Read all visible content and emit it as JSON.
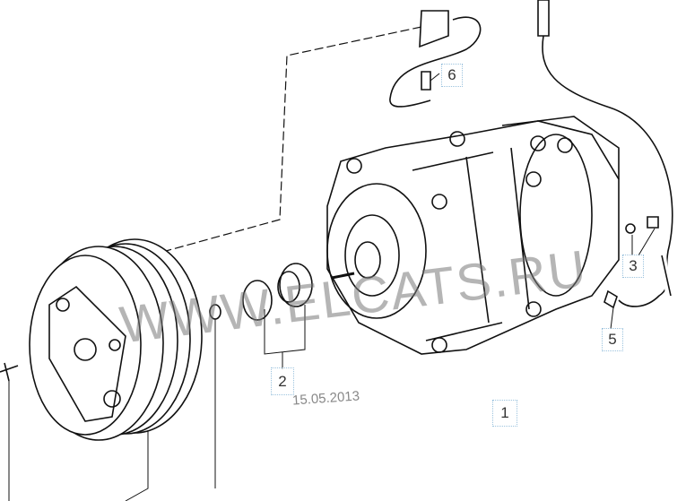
{
  "diagram": {
    "watermark": "WWW.ELCATS.RU",
    "date": "15.05.2013",
    "callouts": [
      {
        "id": "1",
        "label": "1"
      },
      {
        "id": "2",
        "label": "2"
      },
      {
        "id": "3",
        "label": "3"
      },
      {
        "id": "5",
        "label": "5"
      },
      {
        "id": "6",
        "label": "6"
      }
    ]
  }
}
